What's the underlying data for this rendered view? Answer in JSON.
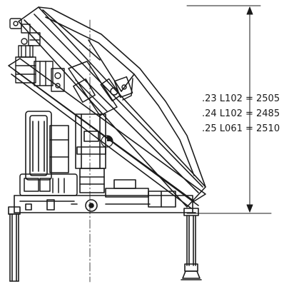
{
  "dimensions": [
    {
      "label": ".23 L102 = 2505"
    },
    {
      "label": ".24 L102 = 2485"
    },
    {
      "label": ".25 L061 = 2510"
    }
  ],
  "colors": {
    "ink": "#1a1a1a",
    "background": "#ffffff"
  }
}
